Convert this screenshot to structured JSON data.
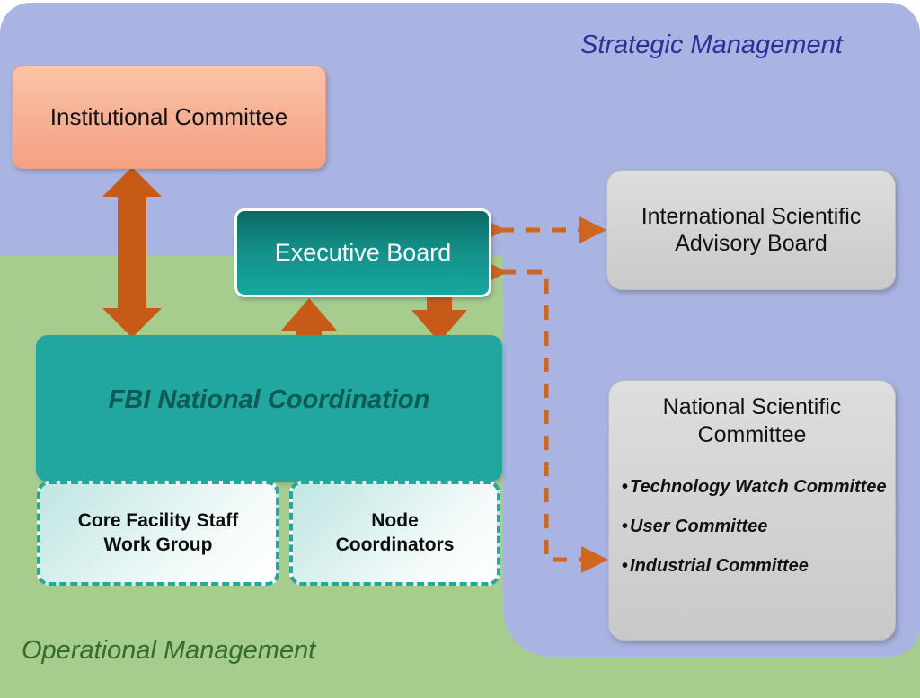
{
  "diagram": {
    "title_hidden": "",
    "zones": [
      {
        "id": "strategic",
        "label": "Strategic Management",
        "color": "#a9b4e3",
        "text_color": "#2c2f99"
      },
      {
        "id": "operational",
        "label": "Operational Management",
        "color": "#a7cd8e",
        "text_color": "#356b2b"
      }
    ],
    "nodes": {
      "institutional_committee": {
        "label": "Institutional Committee",
        "color": "#f7b195",
        "zone": "strategic"
      },
      "executive_board": {
        "label": "Executive Board",
        "color": "#139089",
        "zone": "strategic"
      },
      "isab": {
        "line1": "International Scientific",
        "line2": "Advisory Board",
        "color": "#d4d4d4",
        "zone": "strategic"
      },
      "fbi_national_coordination": {
        "label": "FBI National Coordination",
        "color": "#21a6a0",
        "zone": "operational"
      },
      "core_facility_staff": {
        "line1": "Core Facility Staff",
        "line2": "Work Group",
        "color": "#d9f0ee",
        "zone": "operational"
      },
      "node_coordinators": {
        "line1": "Node",
        "line2": "Coordinators",
        "color": "#d9f0ee",
        "zone": "operational"
      },
      "national_scientific_committee": {
        "title_line1": "National Scientific",
        "title_line2": "Committee",
        "color": "#d4d4d4",
        "zone": "strategic",
        "bullet_char": "•",
        "items": [
          "Technology Watch Committee",
          "User Committee",
          "Industrial Committee"
        ]
      }
    },
    "connectors": {
      "accent_solid": "#c85a18",
      "accent_dashed": "#d0651f",
      "list": [
        {
          "name": "institutional-to-fbi",
          "style": "solid",
          "direction": "bidirectional"
        },
        {
          "name": "fbi-to-executive",
          "style": "solid",
          "direction": "up"
        },
        {
          "name": "executive-to-fbi",
          "style": "solid",
          "direction": "down"
        },
        {
          "name": "executive-to-isab",
          "style": "dashed",
          "direction": "bidirectional"
        },
        {
          "name": "nsc-to-executive",
          "style": "dashed",
          "direction": "bidirectional"
        }
      ]
    }
  }
}
